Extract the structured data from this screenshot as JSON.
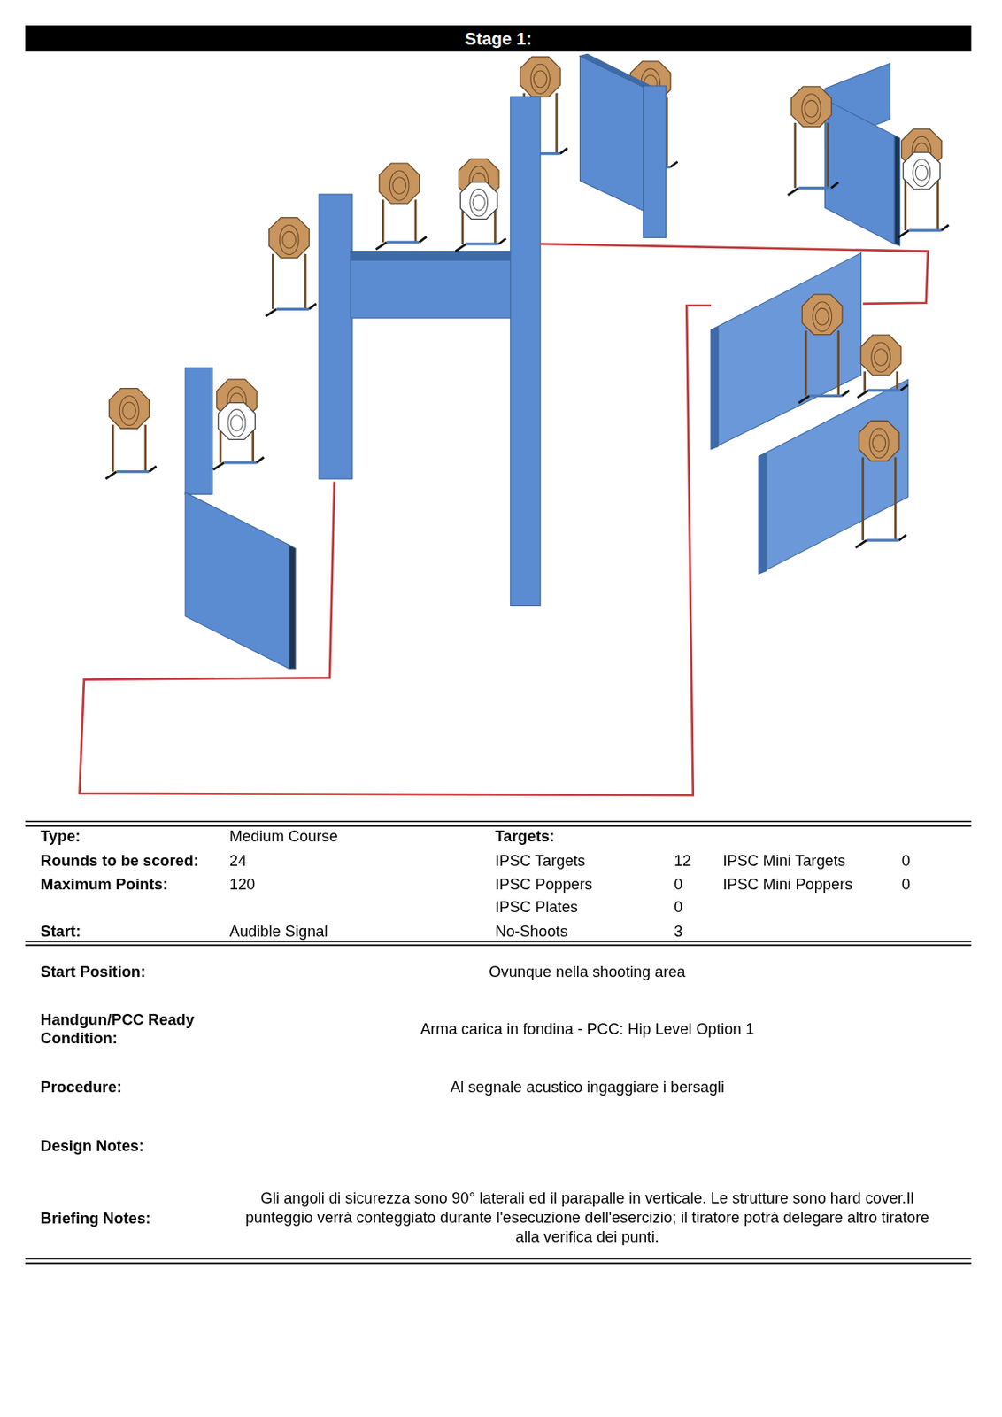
{
  "diagram": {
    "title": "Stage 1:",
    "labels": [
      "Type:",
      "Medium Course",
      "Targets:",
      "Rounds to be scored:",
      "24",
      "IPSC Targets",
      "12",
      "IPSC Mini Targets",
      "0",
      "Maximum Points:",
      "120",
      "IPSC Poppers",
      "0",
      "IPSC Mini Poppers",
      "0",
      "IPSC Plates",
      "0",
      "Start:",
      "Audible Signal",
      "No-Shoots",
      "3",
      "Start Position:",
      "Ovunque nella shooting area",
      "Handgun/PCC Ready Condition:",
      "Arma carica in fondina - PCC: Hip Level Option 1",
      "Procedure:",
      "Al segnale acustico ingaggiare i bersagli",
      "Design Notes:",
      "Briefing Notes:",
      "Gli angoli di sicurezza sono 90° laterali ed il parapalle in verticale. Le strutture sono hard cover.Il punteggio verrà conteggiato durante l'esecuzione dell'esercizio; il tiratore potrà delegare altro tiratore alla verifica dei punti."
    ]
  }
}
